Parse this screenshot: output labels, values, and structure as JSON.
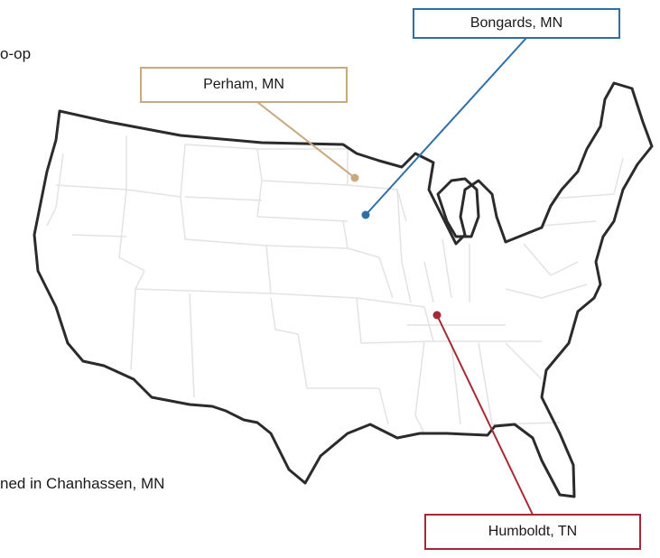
{
  "text_fragments": {
    "top_fragment": "o-op",
    "bottom_fragment": "ned in Chanhassen, MN"
  },
  "locations": [
    {
      "id": "bongards",
      "label": "Bongards, MN",
      "color": "#2e6fa7"
    },
    {
      "id": "perham",
      "label": "Perham, MN",
      "color": "#c9a97e"
    },
    {
      "id": "humboldt",
      "label": "Humboldt, TN",
      "color": "#a52a35"
    }
  ]
}
